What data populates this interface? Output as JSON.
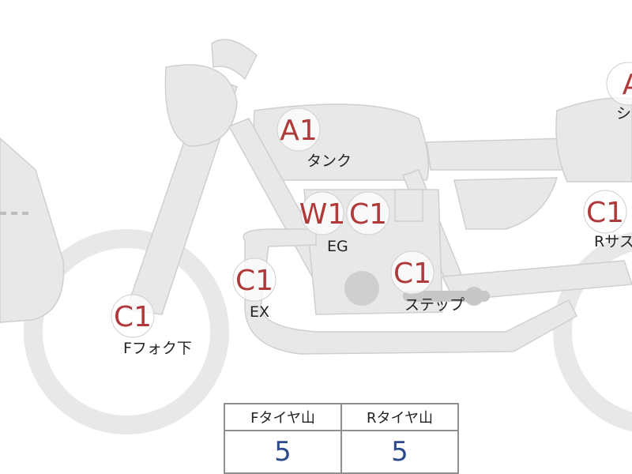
{
  "bike": {
    "colors": {
      "body": "#e8e8e8",
      "outline": "#cfcfcf",
      "engine_dot": "#cfcfcf",
      "grade_text": "#b03a3a",
      "value_text": "#2f4a8c"
    },
    "markers": [
      {
        "id": "tank",
        "grade": "A1",
        "part": "タンク"
      },
      {
        "id": "seat",
        "grade": "A",
        "part": "シ"
      },
      {
        "id": "engine",
        "grade": "W1",
        "grade2": "C1",
        "part": "EG"
      },
      {
        "id": "rear-suspension",
        "grade": "C1",
        "part": "Rサス"
      },
      {
        "id": "exhaust",
        "grade": "C1",
        "part": "EX"
      },
      {
        "id": "step",
        "grade": "C1",
        "part": "ステップ"
      },
      {
        "id": "front-fork",
        "grade": "C1",
        "part": "Fフォク下"
      }
    ]
  },
  "tire_table": {
    "headers": [
      "Fタイヤ山",
      "Rタイヤ山"
    ],
    "values": [
      "5",
      "5"
    ]
  }
}
